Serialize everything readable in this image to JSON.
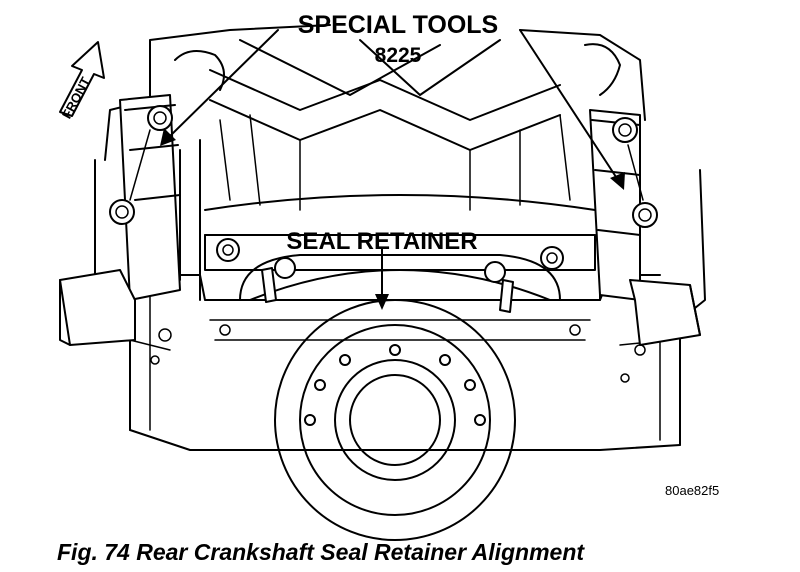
{
  "callouts": {
    "special_tools": "SPECIAL TOOLS",
    "tool_number": "8225",
    "seal_retainer": "SEAL RETAINER",
    "front": "FRONT"
  },
  "image_code": "80ae82f5",
  "caption": "Fig. 74 Rear Crankshaft Seal Retainer Alignment"
}
